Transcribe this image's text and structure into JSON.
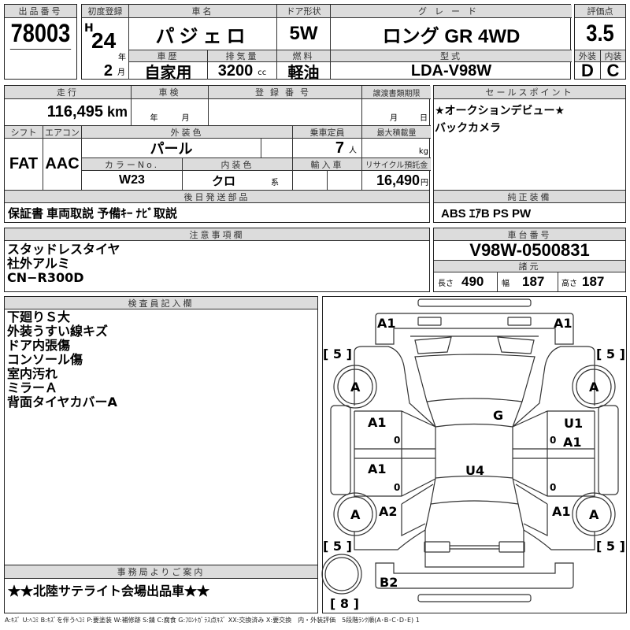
{
  "lot": {
    "label": "出品番号",
    "value": "78003"
  },
  "first_reg": {
    "label": "初度登録",
    "era": "H",
    "year": "24",
    "year_unit": "年",
    "month": "2",
    "month_unit": "月"
  },
  "car_name": {
    "label": "車名",
    "value": "パジェロ"
  },
  "door": {
    "label": "ドア形状",
    "value": "5W"
  },
  "grade": {
    "label": "グレード",
    "value": "ロング GR 4WD"
  },
  "history": {
    "label": "車歴",
    "value": "自家用"
  },
  "displacement": {
    "label": "排気量",
    "value": "3200",
    "unit": "cc"
  },
  "fuel": {
    "label": "燃料",
    "value": "軽油"
  },
  "model": {
    "label": "型式",
    "value": "LDA-V98W"
  },
  "score": {
    "label": "評価点",
    "value": "3.5",
    "ext_label": "外装",
    "int_label": "内装",
    "ext": "D",
    "int": "C"
  },
  "mileage": {
    "label": "走行",
    "value": "116,495",
    "unit": "km"
  },
  "inspection": {
    "label": "車検",
    "year_unit": "年",
    "month_unit": "月"
  },
  "reg_number": {
    "label": "登録番号"
  },
  "transfer": {
    "label": "譲渡書類期限",
    "month_unit": "月",
    "day_unit": "日"
  },
  "shift": {
    "label": "シフト",
    "value": "FAT"
  },
  "aircon": {
    "label": "エアコン",
    "value": "AAC"
  },
  "ext_color": {
    "label": "外装色",
    "value": "パール"
  },
  "capacity": {
    "label": "乗車定員",
    "value": "7",
    "unit": "人"
  },
  "max_load": {
    "label": "最大積載量",
    "unit": "kg"
  },
  "color_no": {
    "label": "カラーNo.",
    "value": "W23"
  },
  "int_color": {
    "label": "内装色",
    "value": "クロ",
    "unit": "系"
  },
  "import": {
    "label": "輸入車"
  },
  "recycle": {
    "label": "リサイクル預託金",
    "value": "16,490",
    "unit": "円"
  },
  "later_parts": {
    "label": "後日発送部品",
    "value": "保証書 車両取説 予備ｷｰ ﾅﾋﾞ取説"
  },
  "sale_points": {
    "label": "セールスポイント",
    "lines": [
      "★オークションデビュー★",
      "バックカメラ"
    ]
  },
  "equipment": {
    "label": "純正装備",
    "value": "ABS ｴｱB PS PW"
  },
  "notes": {
    "label": "注意事項欄",
    "lines": [
      "スタッドレスタイヤ",
      "社外アルミ",
      "CN−R300D"
    ]
  },
  "chassis": {
    "label": "車台番号",
    "value": "V98W-0500831"
  },
  "specs": {
    "label": "諸元",
    "length_label": "長さ",
    "length": "490",
    "width_label": "幅",
    "width": "187",
    "height_label": "高さ",
    "height": "187"
  },
  "inspector": {
    "label": "検査員記入欄",
    "lines": [
      "下廻りＳ大",
      "外装うすい線キズ",
      "ドア内張傷",
      "コンソール傷",
      "室内汚れ",
      "ミラーＡ",
      "背面タイヤカバーA"
    ]
  },
  "office": {
    "label": "事務局よりご案内",
    "value": "★★北陸サテライト会場出品車★★"
  },
  "diagram": {
    "hood_l": "A1",
    "hood_r": "A1",
    "tire_fl": "[ 5 ]",
    "tire_fr": "[ 5 ]",
    "tire_rl": "[ 5 ]",
    "tire_rr": "[ 5 ]",
    "tire_spare": "[ 8 ]",
    "wheel_fl": "A",
    "wheel_fr": "A",
    "wheel_rl": "A",
    "wheel_rr": "A",
    "windshield": "G",
    "door_fl": "A1",
    "door_fl_sub": "0",
    "door_rl": "A1",
    "door_rl_sub": "0",
    "door_fr": "U1",
    "door_fr2": "A1",
    "door_fr_sub": "0",
    "door_rr_sub": "0",
    "roof": "U4",
    "quarter_l": "A2",
    "quarter_r": "A1",
    "rear_bumper": "B2"
  },
  "legend": "A:ｷｽﾞ U:ﾍｺﾐ B:ｷｽﾞを伴うﾍｺﾐ P:要塗装 W:補修跡 S:錆 C:腐食 G:ﾌﾛﾝﾄｶﾞﾗｽ点ｷｽﾞ XX:交換済み X:要交換　内・外装評価　5段階ﾗﾝｸ順(A･B･C･D･E) 1"
}
